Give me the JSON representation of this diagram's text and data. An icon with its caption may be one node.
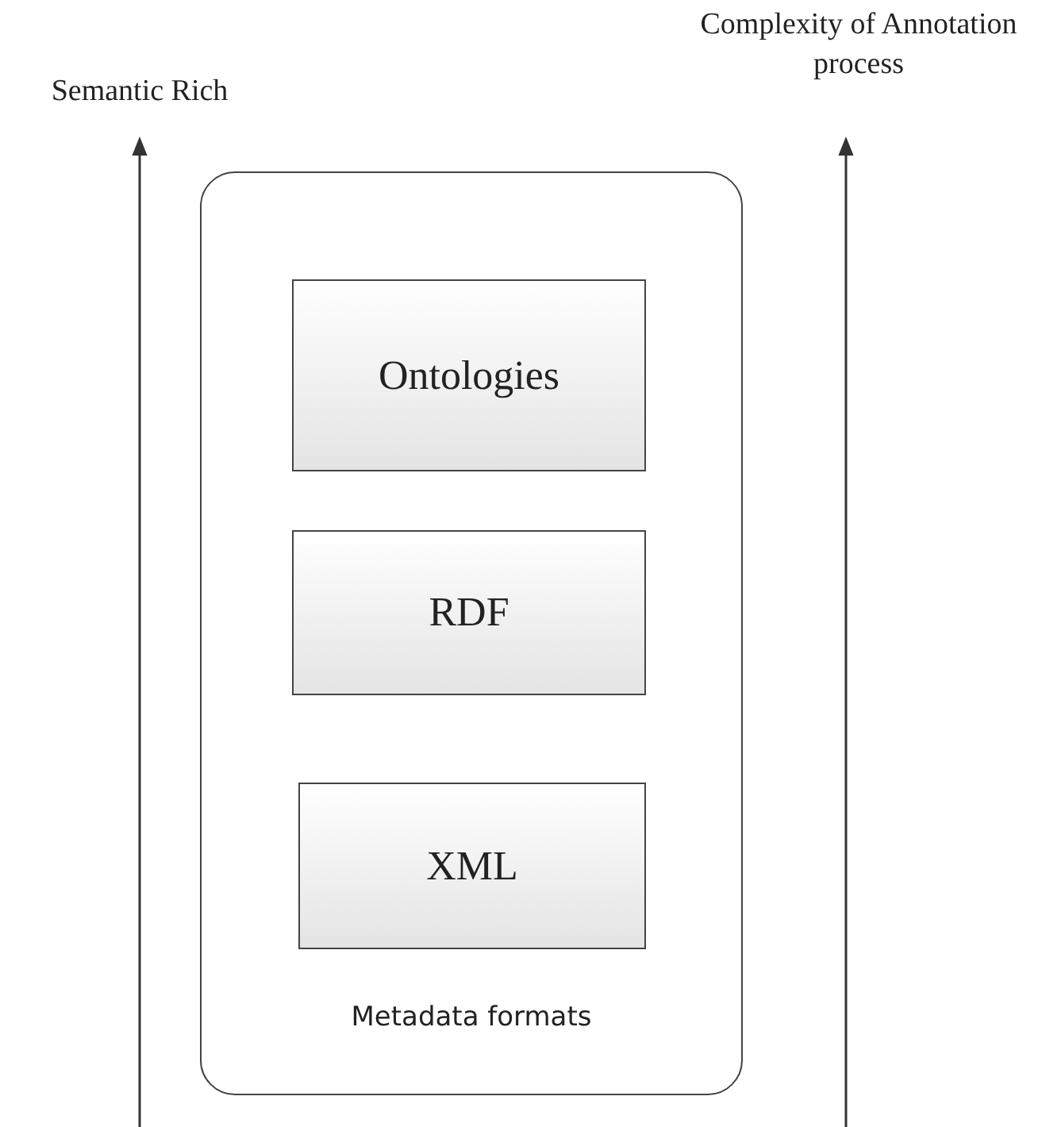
{
  "diagram": {
    "nodes": [
      {
        "text": [
          "Metadata formats"
        ]
      },
      {
        "text": [
          "Ontologies"
        ],
        "in": 0
      },
      {
        "text": [
          "RDF"
        ],
        "in": 0
      },
      {
        "text": [
          "XML"
        ],
        "in": 0
      }
    ],
    "labels": [
      "Semantic Rich",
      "Complexity of Annotation process"
    ]
  }
}
